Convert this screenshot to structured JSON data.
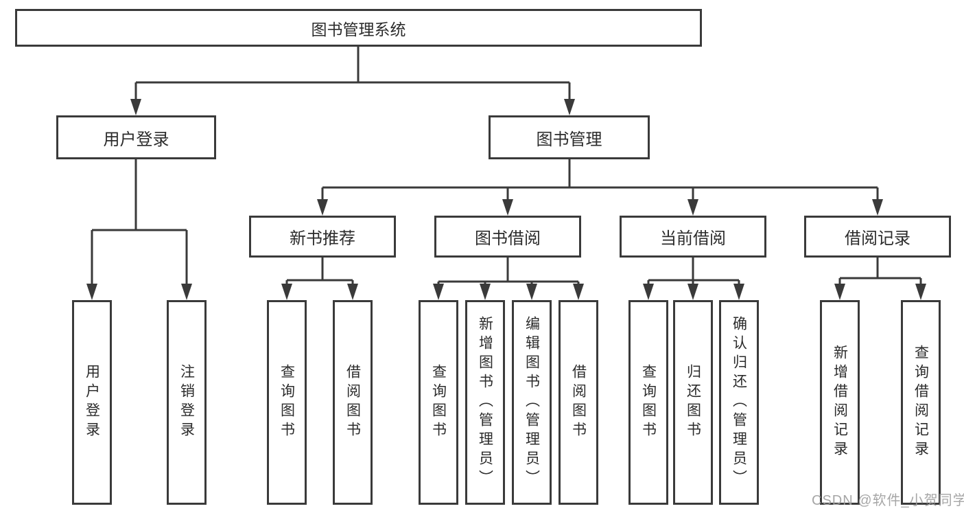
{
  "nodes": {
    "root": {
      "label": "图书管理系统"
    },
    "level2": [
      {
        "id": "user-login",
        "label": "用户登录"
      },
      {
        "id": "book-management",
        "label": "图书管理"
      }
    ],
    "level3": [
      {
        "id": "new-book-recommend",
        "label": "新书推荐"
      },
      {
        "id": "book-borrow",
        "label": "图书借阅"
      },
      {
        "id": "current-borrow",
        "label": "当前借阅"
      },
      {
        "id": "borrow-records",
        "label": "借阅记录"
      }
    ],
    "leaves": [
      {
        "parent": "user-login",
        "label": "用户登录"
      },
      {
        "parent": "user-login",
        "label": "注销登录"
      },
      {
        "parent": "new-book-recommend",
        "label": "查询图书"
      },
      {
        "parent": "new-book-recommend",
        "label": "借阅图书"
      },
      {
        "parent": "book-borrow",
        "label": "查询图书"
      },
      {
        "parent": "book-borrow",
        "label": "新增图书（管理员）"
      },
      {
        "parent": "book-borrow",
        "label": "编辑图书（管理员）"
      },
      {
        "parent": "book-borrow",
        "label": "借阅图书"
      },
      {
        "parent": "current-borrow",
        "label": "查询图书"
      },
      {
        "parent": "current-borrow",
        "label": "归还图书"
      },
      {
        "parent": "current-borrow",
        "label": "确认归还（管理员）"
      },
      {
        "parent": "borrow-records",
        "label": "新增借阅记录"
      },
      {
        "parent": "borrow-records",
        "label": "查询借阅记录"
      }
    ]
  },
  "watermark": {
    "text": "CSDN @软件_小贺同学"
  },
  "colors": {
    "line": "#3a3a3a",
    "box_border": "#3a3a3a",
    "text": "#2b2b2b",
    "background": "#ffffff",
    "watermark": "#9e9e9e"
  }
}
